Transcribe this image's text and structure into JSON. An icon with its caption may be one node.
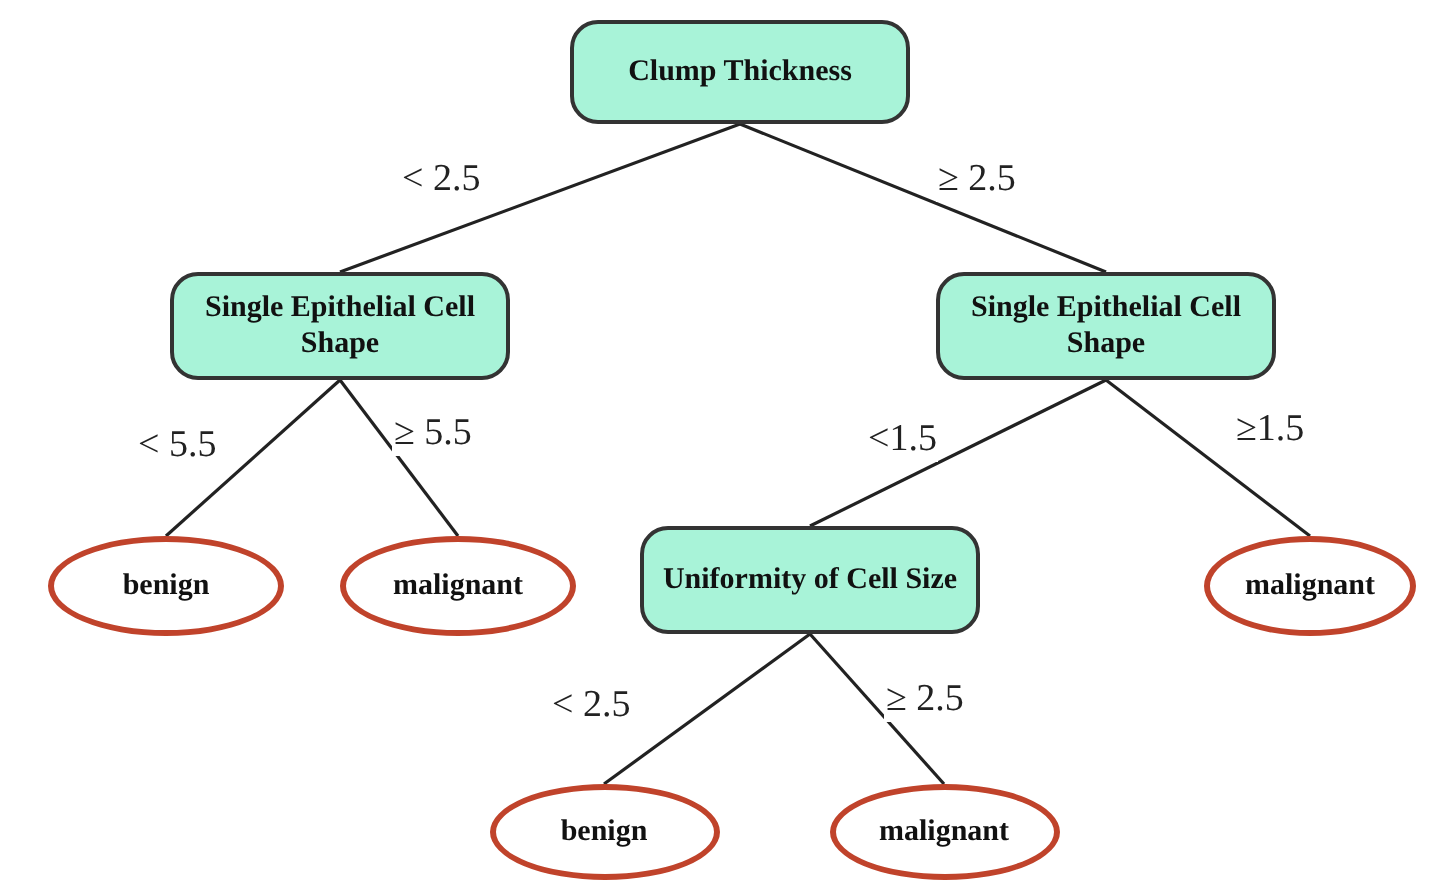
{
  "diagram": {
    "nodes": [
      {
        "text": [
          "Clump Thickness"
        ]
      },
      {
        "text": [
          "Single Epithelial Cell Shape"
        ]
      },
      {
        "text": [
          "Single Epithelial Cell Shape"
        ]
      },
      {
        "text": [
          "benign"
        ]
      },
      {
        "text": [
          "malignant"
        ]
      },
      {
        "text": [
          "Uniformity of Cell Size"
        ]
      },
      {
        "text": [
          "malignant"
        ]
      },
      {
        "text": [
          "benign"
        ]
      },
      {
        "text": [
          "malignant"
        ]
      }
    ],
    "edges": [
      {
        "from": 0,
        "to": 1,
        "arrow": "none",
        "label": "< 2.5"
      },
      {
        "from": 0,
        "to": 2,
        "arrow": "none",
        "label": "≥ 2.5"
      },
      {
        "from": 1,
        "to": 3,
        "arrow": "none",
        "label": "< 5.5"
      },
      {
        "from": 1,
        "to": 4,
        "arrow": "none",
        "label": "≥ 5.5"
      },
      {
        "from": 2,
        "to": 5,
        "arrow": "none",
        "label": "<1.5"
      },
      {
        "from": 2,
        "to": 6,
        "arrow": "none",
        "label": "≥1.5"
      },
      {
        "from": 5,
        "to": 7,
        "arrow": "none",
        "label": "< 2.5"
      },
      {
        "from": 5,
        "to": 8,
        "arrow": "none",
        "label": "≥ 2.5"
      }
    ]
  }
}
